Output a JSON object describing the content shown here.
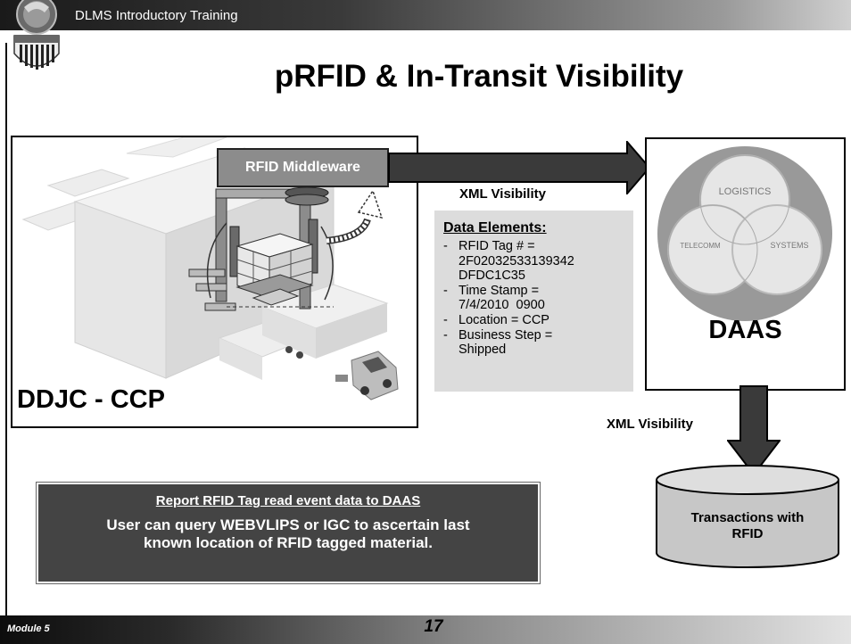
{
  "header": {
    "title": "DLMS Introductory Training"
  },
  "slide": {
    "title": "pRFID & In-Transit Visibility"
  },
  "warehouse": {
    "middleware_label": "RFID Middleware",
    "site_label": "DDJC - CCP"
  },
  "arrows": {
    "xml_visibility_top": "XML Visibility",
    "xml_visibility_bottom": "XML Visibility"
  },
  "data_elements": {
    "title": "Data Elements:",
    "items": [
      {
        "dash": "-",
        "lines": [
          "RFID Tag # =",
          "2F02032533139342",
          "DFDC1C35"
        ]
      },
      {
        "dash": "-",
        "lines": [
          "Time Stamp =",
          "7/4/2010  0900"
        ]
      },
      {
        "dash": "-",
        "lines": [
          "Location = CCP"
        ]
      },
      {
        "dash": "-",
        "lines": [
          "Business Step =",
          "Shipped"
        ]
      }
    ]
  },
  "daas": {
    "label": "DAAS",
    "venn": {
      "top": "LOGISTICS",
      "left": "TELECOMM",
      "right": "SYSTEMS"
    }
  },
  "database": {
    "label_line1": "Transactions with",
    "label_line2": "RFID"
  },
  "report": {
    "title": "Report RFID Tag read event data to DAAS",
    "body_line1": "User can query WEBVLIPS or IGC to ascertain last",
    "body_line2": "known location of RFID tagged material."
  },
  "footer": {
    "module": "Module 5",
    "page": "17"
  },
  "colors": {
    "topbar_dark": "#1a1a1a",
    "middleware_box": "#8c8c8c",
    "data_box": "#dcdcdc",
    "report_box": "#444444",
    "arrow": "#3a3a3a"
  }
}
